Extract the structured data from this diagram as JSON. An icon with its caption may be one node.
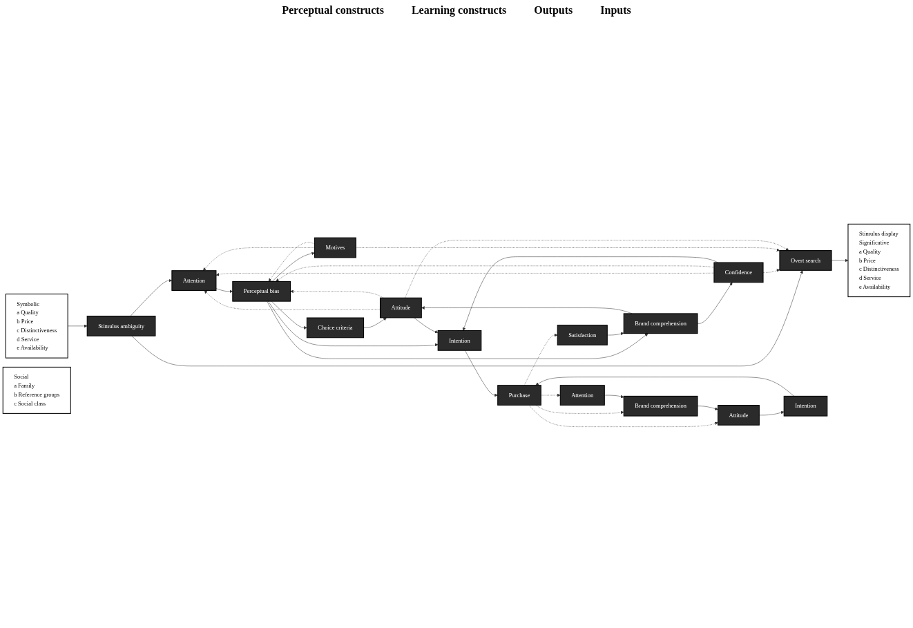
{
  "diagram": {
    "nodes": [
      {
        "text": [
          "Stimulus display",
          "Significative",
          "a Quality",
          "b Price",
          "c Distinctiveness",
          "d Service",
          "e Availability"
        ]
      },
      {
        "text": [
          "Symbolic",
          "a Quality",
          "b Price",
          "c Distinctiveness",
          "d Service",
          "e Availability"
        ]
      },
      {
        "text": [
          "Social",
          "a Family",
          "b Reference groups",
          "c Social class"
        ]
      },
      {
        "text": [
          "Overt search"
        ]
      },
      {
        "text": [
          "Confidence"
        ]
      },
      {
        "text": [
          "Stimulus ambiguity"
        ]
      },
      {
        "text": [
          "Attention"
        ]
      },
      {
        "text": [
          "Perceptual bias"
        ]
      },
      {
        "text": [
          "Motives"
        ]
      },
      {
        "text": [
          "Choice criteria"
        ]
      },
      {
        "text": [
          "Attitude"
        ]
      },
      {
        "text": [
          "Brand comprehension"
        ]
      },
      {
        "text": [
          "Intention"
        ]
      },
      {
        "text": [
          "Satisfaction"
        ]
      },
      {
        "text": [
          "Purchase"
        ]
      },
      {
        "text": [
          "Intention"
        ]
      },
      {
        "text": [
          "Attitude"
        ]
      },
      {
        "text": [
          "Brand comprehension"
        ]
      },
      {
        "text": [
          "Attention"
        ]
      }
    ],
    "edges": [
      {
        "from": 1,
        "to": 5,
        "arrow": "to"
      },
      {
        "from": 3,
        "to": 0,
        "arrow": "to"
      },
      {
        "from": 5,
        "to": 3,
        "arrow": "to"
      },
      {
        "from": 5,
        "to": 6,
        "arrow": "to"
      },
      {
        "from": 6,
        "to": 7,
        "arrow": "to"
      },
      {
        "from": 7,
        "to": 8,
        "arrow": "to"
      },
      {
        "from": 7,
        "to": 9,
        "arrow": "to"
      },
      {
        "from": 7,
        "to": 11,
        "arrow": "to"
      },
      {
        "from": 7,
        "to": 12,
        "arrow": "to"
      },
      {
        "from": 4,
        "to": 3,
        "arrow": "to",
        "style": "dashed"
      },
      {
        "from": 4,
        "to": 6,
        "arrow": "to",
        "style": "dashed"
      },
      {
        "from": 4,
        "to": 7,
        "arrow": "to",
        "style": "dashed"
      },
      {
        "from": 8,
        "to": 3,
        "arrow": "to",
        "style": "dashed"
      },
      {
        "from": 8,
        "to": 6,
        "arrow": "to",
        "style": "dashed"
      },
      {
        "from": 8,
        "to": 7,
        "arrow": "to",
        "style": "dashed"
      },
      {
        "from": 10,
        "to": 3,
        "arrow": "to",
        "style": "dashed"
      },
      {
        "from": 10,
        "to": 6,
        "arrow": "to",
        "style": "dashed"
      },
      {
        "from": 10,
        "to": 7,
        "arrow": "to",
        "style": "dashed"
      },
      {
        "from": 9,
        "to": 10,
        "arrow": "to"
      },
      {
        "from": 11,
        "to": 10,
        "arrow": "to"
      },
      {
        "from": 11,
        "to": 4,
        "arrow": "to"
      },
      {
        "from": 4,
        "to": 12,
        "arrow": "to"
      },
      {
        "from": 10,
        "to": 12,
        "arrow": "to"
      },
      {
        "from": 12,
        "to": 14,
        "arrow": "to"
      },
      {
        "from": 13,
        "to": 11,
        "arrow": "to"
      },
      {
        "from": 14,
        "to": 13,
        "arrow": "to",
        "style": "dashed"
      },
      {
        "from": 14,
        "to": 16,
        "arrow": "to",
        "style": "dashed"
      },
      {
        "from": 14,
        "to": 17,
        "arrow": "to",
        "style": "dashed"
      },
      {
        "from": 14,
        "to": 18,
        "arrow": "to",
        "style": "dashed"
      },
      {
        "from": 18,
        "to": 17,
        "arrow": "to"
      },
      {
        "from": 17,
        "to": 16,
        "arrow": "to"
      },
      {
        "from": 16,
        "to": 15,
        "arrow": "to"
      },
      {
        "from": 15,
        "to": 14,
        "arrow": "to"
      }
    ],
    "labels": [
      "Perceptual constructs",
      "Learning constructs",
      "Outputs",
      "Inputs"
    ]
  }
}
